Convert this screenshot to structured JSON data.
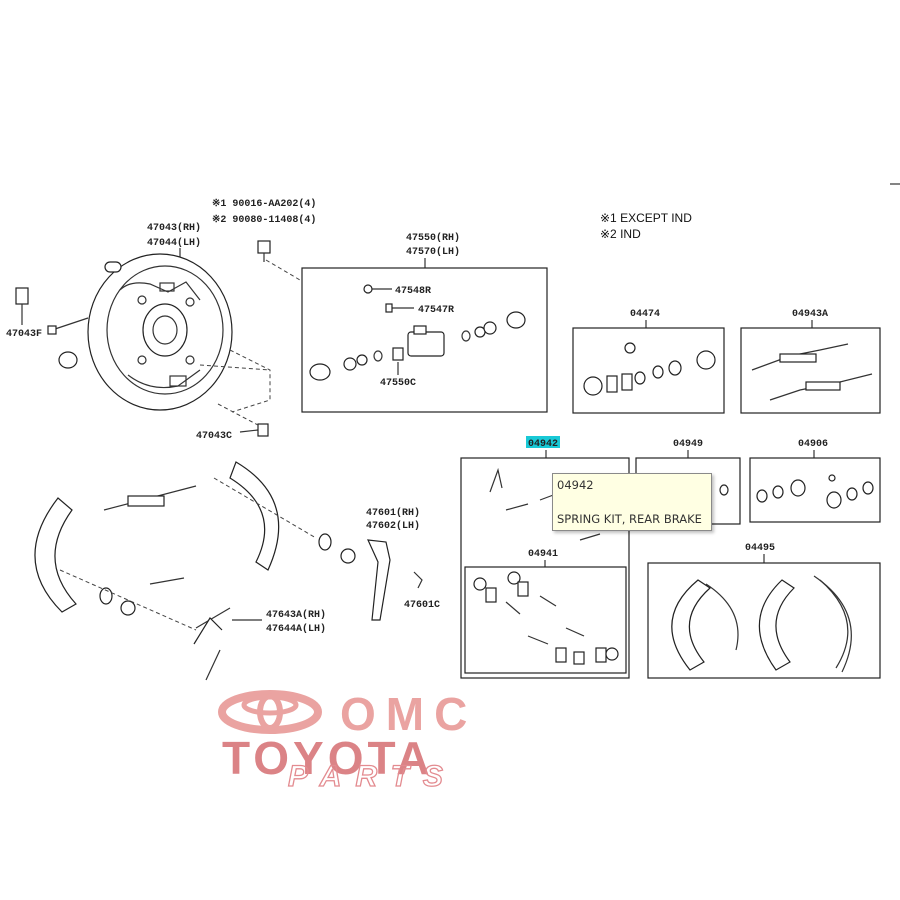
{
  "notes": {
    "note1_top": "※1 90016-AA202(4)",
    "note2_top": "※2 90080-11408(4)",
    "legend1": "※1 EXCEPT IND",
    "legend2": "※2 IND"
  },
  "labels": {
    "backing_plate_rh": "47043(RH)",
    "backing_plate_lh": "47044(LH)",
    "plug_f": "47043F",
    "plug_c": "47043C",
    "cylinder_rh": "47550(RH)",
    "cylinder_lh": "47570(LH)",
    "bleeder_r": "47548R",
    "cap_r": "47547R",
    "bleeder_c": "47550C",
    "kit_04474": "04474",
    "kit_04943a": "04943A",
    "kit_04942": "04942",
    "kit_04949": "04949",
    "kit_04906": "04906",
    "kit_04941": "04941",
    "kit_04495": "04495",
    "lever_rh": "47601(RH)",
    "lever_lh": "47602(LH)",
    "lever_c": "47601C",
    "strut_rh": "47643A(RH)",
    "strut_lh": "47644A(LH)"
  },
  "tooltip": {
    "code": "04942",
    "description": "SPRING KIT, REAR BRAKE"
  },
  "watermark": {
    "line1": "OMC",
    "line2": "TOYOTA",
    "line3": "PARTS"
  },
  "colors": {
    "highlight": "#19c9d6",
    "tooltip_bg": "#ffffe3",
    "logo_red": "#d8767a"
  }
}
